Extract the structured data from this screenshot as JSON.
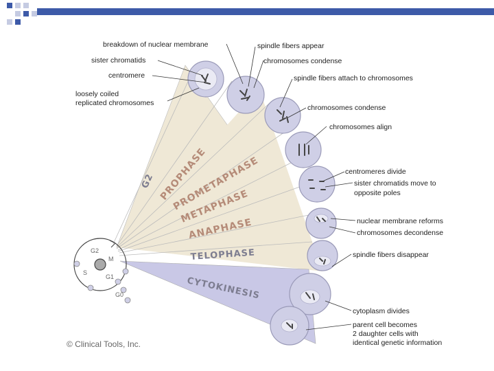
{
  "phases": {
    "g2": "G2",
    "prophase": "PROPHASE",
    "prometaphase": "PROMETAPHASE",
    "metaphase": "METAPHASE",
    "anaphase": "ANAPHASE",
    "telophase": "TELOPHASE",
    "cytokinesis": "CYTOKINESIS"
  },
  "labels": {
    "nuclear_membrane_breakdown": "breakdown of nuclear membrane",
    "sister_chromatids": "sister chromatids",
    "centromere": "centromere",
    "loosely_coiled_1": "loosely coiled",
    "loosely_coiled_2": "replicated chromosomes",
    "spindle_fibers_appear": "spindle fibers appear",
    "chromosomes_condense_1": "chromosomes condense",
    "spindle_attach": "spindle fibers attach to chromosomes",
    "chromosomes_condense_2": "chromosomes condense",
    "chromosomes_align": "chromosomes align",
    "centromeres_divide": "centromeres divide",
    "sister_move_1": "sister chromatids move to",
    "sister_move_2": "opposite poles",
    "nuclear_reforms": "nuclear membrane reforms",
    "chromosomes_decondense": "chromosomes decondense",
    "spindle_disappear": "spindle fibers disappear",
    "cytoplasm_divides": "cytoplasm divides",
    "parent_1": "parent cell becomes",
    "parent_2": "2 daughter cells with",
    "parent_3": "identical genetic information"
  },
  "cycle": {
    "g2": "G2",
    "s": "S",
    "g1": "G1",
    "g0": "G0",
    "m": "M"
  },
  "copyright": "© Clinical Tools, Inc.",
  "colors": {
    "header": "#3d5aa8",
    "mitosis_fan": "#efe8d6",
    "cytokinesis_fan": "#c9c8e6",
    "cell": "#cfcfe6"
  }
}
